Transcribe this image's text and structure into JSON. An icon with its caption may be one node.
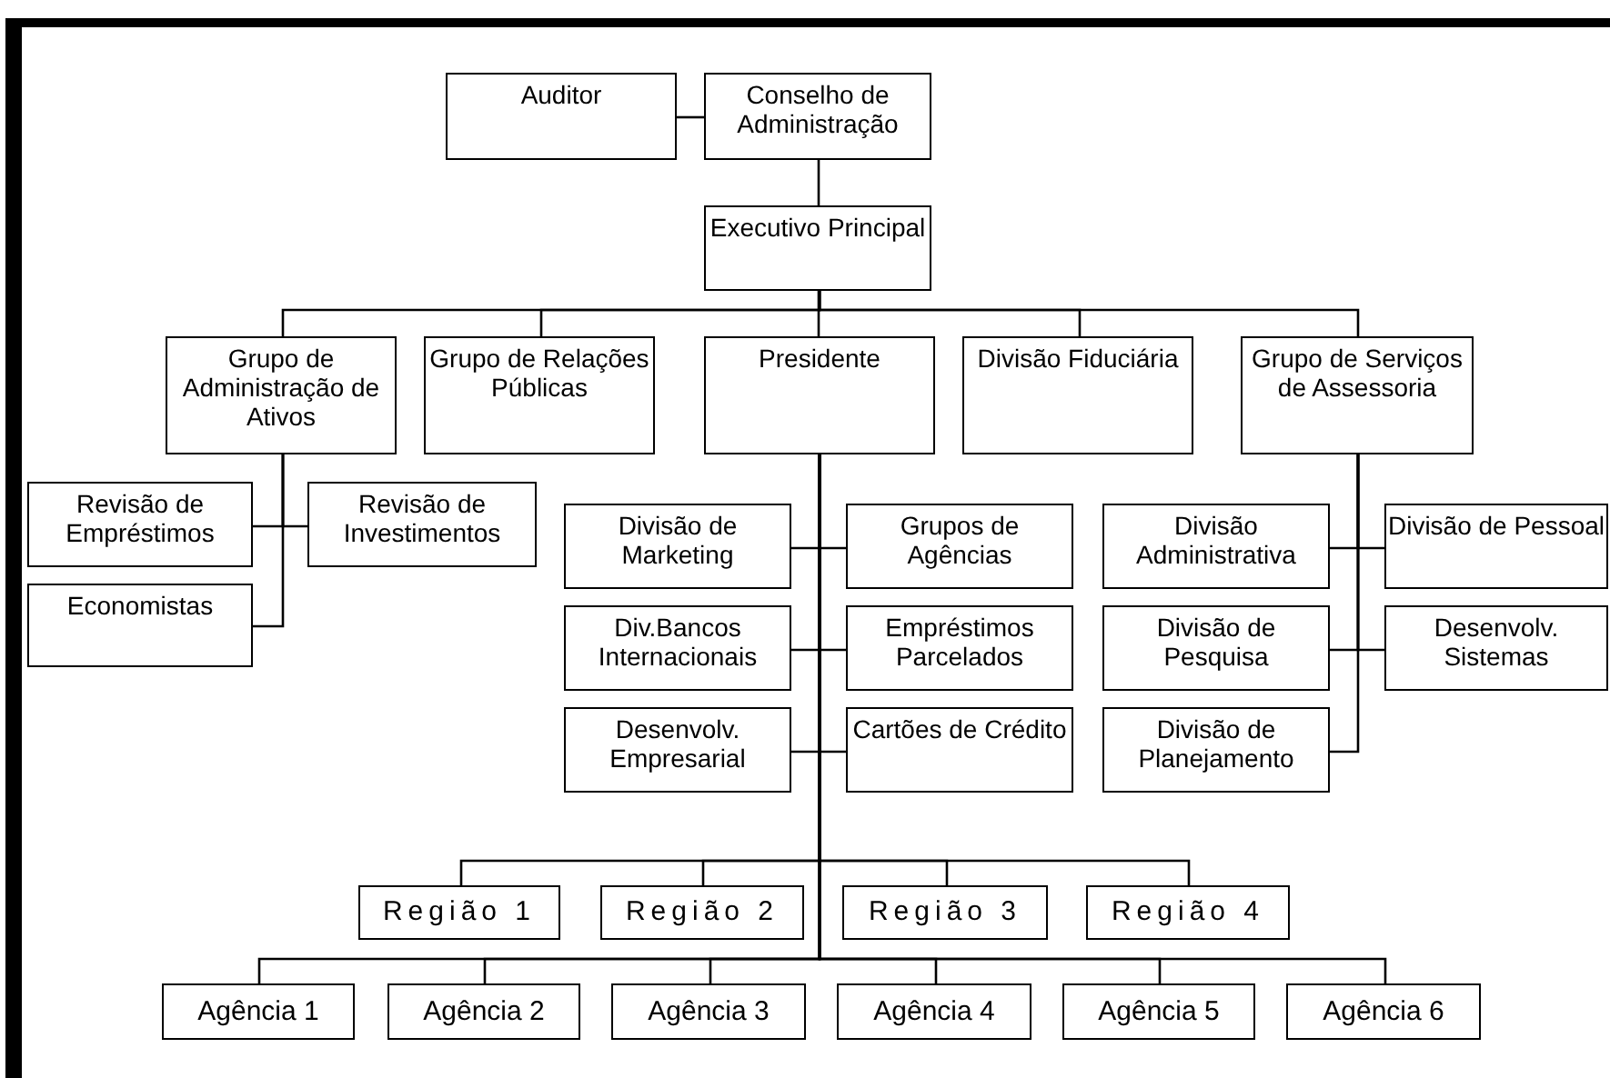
{
  "diagram": {
    "nodes": [
      {
        "text": [
          "Auditor"
        ]
      },
      {
        "text": [
          "Conselho de Administração"
        ]
      },
      {
        "text": [
          "Executivo Principal"
        ]
      },
      {
        "text": [
          "Grupo de Administração de Ativos"
        ]
      },
      {
        "text": [
          "Grupo de Relações Públicas"
        ]
      },
      {
        "text": [
          "Presidente"
        ]
      },
      {
        "text": [
          "Divisão Fiduciária"
        ]
      },
      {
        "text": [
          "Grupo de Serviços de Assessoria"
        ]
      },
      {
        "text": [
          "Revisão de Empréstimos"
        ]
      },
      {
        "text": [
          "Revisão de Investimentos"
        ]
      },
      {
        "text": [
          "Economistas"
        ]
      },
      {
        "text": [
          "Divisão de Marketing"
        ]
      },
      {
        "text": [
          "Grupos de Agências"
        ]
      },
      {
        "text": [
          "Div.Bancos Internacionais"
        ]
      },
      {
        "text": [
          "Empréstimos Parcelados"
        ]
      },
      {
        "text": [
          "Desenvolv. Empresarial"
        ]
      },
      {
        "text": [
          "Cartões de Crédito"
        ]
      },
      {
        "text": [
          "Divisão Administrativa"
        ]
      },
      {
        "text": [
          "Divisão de Pessoal"
        ]
      },
      {
        "text": [
          "Divisão de Pesquisa"
        ]
      },
      {
        "text": [
          "Desenvolv. Sistemas"
        ]
      },
      {
        "text": [
          "Divisão de Planejamento"
        ]
      },
      {
        "text": [
          "Região 1"
        ]
      },
      {
        "text": [
          "Região 2"
        ]
      },
      {
        "text": [
          "Região 3"
        ]
      },
      {
        "text": [
          "Região 4"
        ]
      },
      {
        "text": [
          "Agência 1"
        ]
      },
      {
        "text": [
          "Agência 2"
        ]
      },
      {
        "text": [
          "Agência 3"
        ]
      },
      {
        "text": [
          "Agência 4"
        ]
      },
      {
        "text": [
          "Agência 5"
        ]
      },
      {
        "text": [
          "Agência 6"
        ]
      }
    ],
    "edges": [
      {
        "from": 0,
        "to": 1,
        "arrow": "none"
      },
      {
        "from": 1,
        "to": 2,
        "arrow": "none"
      },
      {
        "from": 2,
        "to": 3,
        "arrow": "none"
      },
      {
        "from": 2,
        "to": 4,
        "arrow": "none"
      },
      {
        "from": 2,
        "to": 5,
        "arrow": "none"
      },
      {
        "from": 2,
        "to": 6,
        "arrow": "none"
      },
      {
        "from": 2,
        "to": 7,
        "arrow": "none"
      },
      {
        "from": 3,
        "to": 8,
        "arrow": "none"
      },
      {
        "from": 3,
        "to": 9,
        "arrow": "none"
      },
      {
        "from": 3,
        "to": 10,
        "arrow": "none"
      },
      {
        "from": 5,
        "to": 11,
        "arrow": "none"
      },
      {
        "from": 5,
        "to": 12,
        "arrow": "none"
      },
      {
        "from": 5,
        "to": 13,
        "arrow": "none"
      },
      {
        "from": 5,
        "to": 14,
        "arrow": "none"
      },
      {
        "from": 5,
        "to": 15,
        "arrow": "none"
      },
      {
        "from": 5,
        "to": 16,
        "arrow": "none"
      },
      {
        "from": 7,
        "to": 17,
        "arrow": "none"
      },
      {
        "from": 7,
        "to": 18,
        "arrow": "none"
      },
      {
        "from": 7,
        "to": 19,
        "arrow": "none"
      },
      {
        "from": 7,
        "to": 20,
        "arrow": "none"
      },
      {
        "from": 7,
        "to": 21,
        "arrow": "none"
      },
      {
        "from": 5,
        "to": 22,
        "arrow": "none"
      },
      {
        "from": 5,
        "to": 23,
        "arrow": "none"
      },
      {
        "from": 5,
        "to": 24,
        "arrow": "none"
      },
      {
        "from": 5,
        "to": 25,
        "arrow": "none"
      },
      {
        "from": 5,
        "to": 26,
        "arrow": "none"
      },
      {
        "from": 5,
        "to": 27,
        "arrow": "none"
      },
      {
        "from": 5,
        "to": 28,
        "arrow": "none"
      },
      {
        "from": 5,
        "to": 29,
        "arrow": "none"
      },
      {
        "from": 5,
        "to": 30,
        "arrow": "none"
      },
      {
        "from": 5,
        "to": 31,
        "arrow": "none"
      }
    ]
  }
}
